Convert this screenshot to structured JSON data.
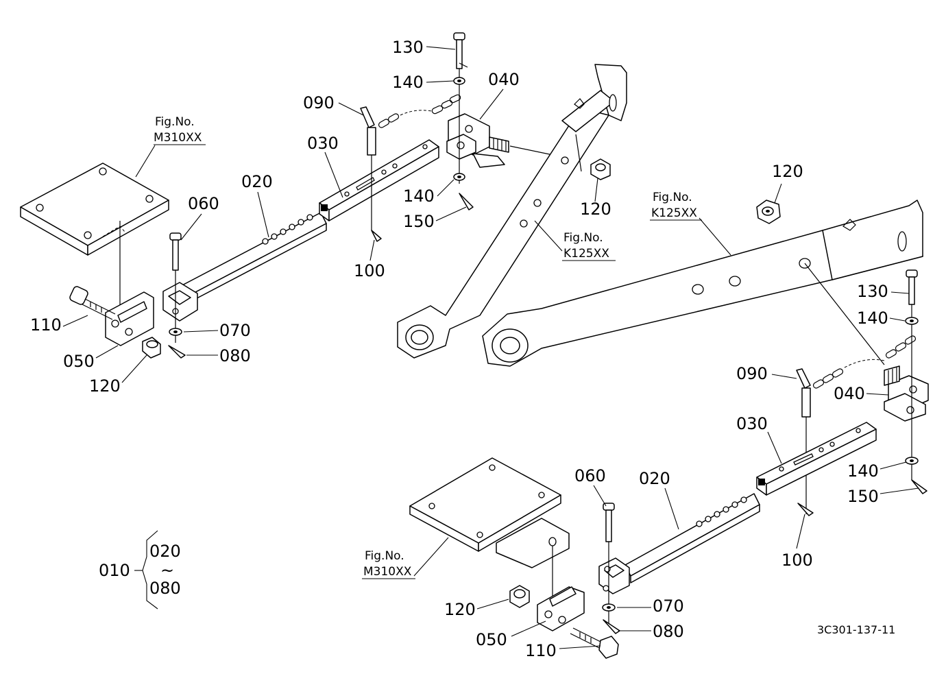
{
  "callouts": {
    "c130_top": "130",
    "c140_top": "140",
    "c040_top": "040",
    "c090_top": "090",
    "c030_top": "030",
    "c020_left": "020",
    "c060_left": "060",
    "c140_mid": "140",
    "c150_top": "150",
    "c120_top": "120",
    "c100_top": "100",
    "c110_left": "110",
    "c050_left": "050",
    "c120_left": "120",
    "c070_left": "070",
    "c080_left": "080",
    "c120_right": "120",
    "c130_right": "130",
    "c140_right_top": "140",
    "c090_right": "090",
    "c040_right": "040",
    "c030_right": "030",
    "c140_right_bottom": "140",
    "c150_right": "150",
    "c100_right": "100",
    "c060_right": "060",
    "c020_right": "020",
    "c070_right": "070",
    "c080_right": "080",
    "c120_bottom": "120",
    "c050_bottom": "050",
    "c110_bottom": "110"
  },
  "fig_refs": {
    "left_plate": {
      "label": "Fig.No.",
      "number": "M310XX"
    },
    "left_arm": {
      "label": "Fig.No.",
      "number": "K125XX"
    },
    "right_arm": {
      "label": "Fig.No.",
      "number": "K125XX"
    },
    "bottom_plate": {
      "label": "Fig.No.",
      "number": "M310XX"
    }
  },
  "assembly": {
    "number": "010",
    "range_start": "020",
    "tilde": "~",
    "range_end": "080"
  },
  "drawing_code": "3C301-137-11"
}
